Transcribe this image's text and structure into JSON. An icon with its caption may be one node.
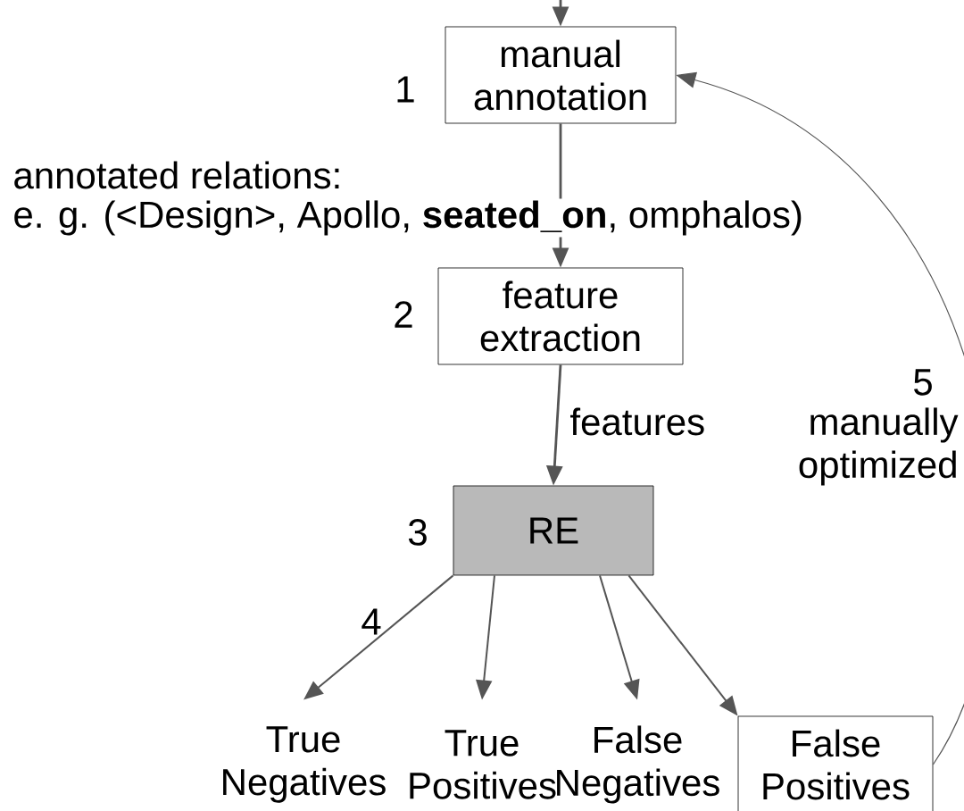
{
  "diagram": {
    "nodes": [
      {
        "text": [
          "manual annotation"
        ],
        "beside": [
          "1"
        ]
      },
      {
        "text": [
          "feature extraction"
        ],
        "beside": [
          "2"
        ]
      },
      {
        "text": [
          "RE"
        ],
        "beside": [
          "3"
        ]
      },
      {
        "text": [
          "True Negatives"
        ]
      },
      {
        "text": [
          "True Positives"
        ]
      },
      {
        "text": [
          "False Negatives"
        ]
      },
      {
        "text": [
          "False Positives"
        ]
      }
    ],
    "edges": [
      {
        "from": null,
        "to": 0,
        "arrow": "to"
      },
      {
        "from": 0,
        "to": 1,
        "arrow": "to"
      },
      {
        "from": 1,
        "to": 2,
        "arrow": "to",
        "label": "features"
      },
      {
        "from": 2,
        "to": 3,
        "arrow": "to"
      },
      {
        "from": 2,
        "to": 4,
        "arrow": "to"
      },
      {
        "from": 2,
        "to": 5,
        "arrow": "to"
      },
      {
        "from": 2,
        "to": 6,
        "arrow": "to"
      },
      {
        "from": 6,
        "to": 0,
        "arrow": "to",
        "label": "manually optimized"
      }
    ],
    "labels": [
      "annotated relations:",
      "e. g. (<Design>, Apollo, **seated_on**, omphalos)",
      "4",
      "5"
    ]
  }
}
